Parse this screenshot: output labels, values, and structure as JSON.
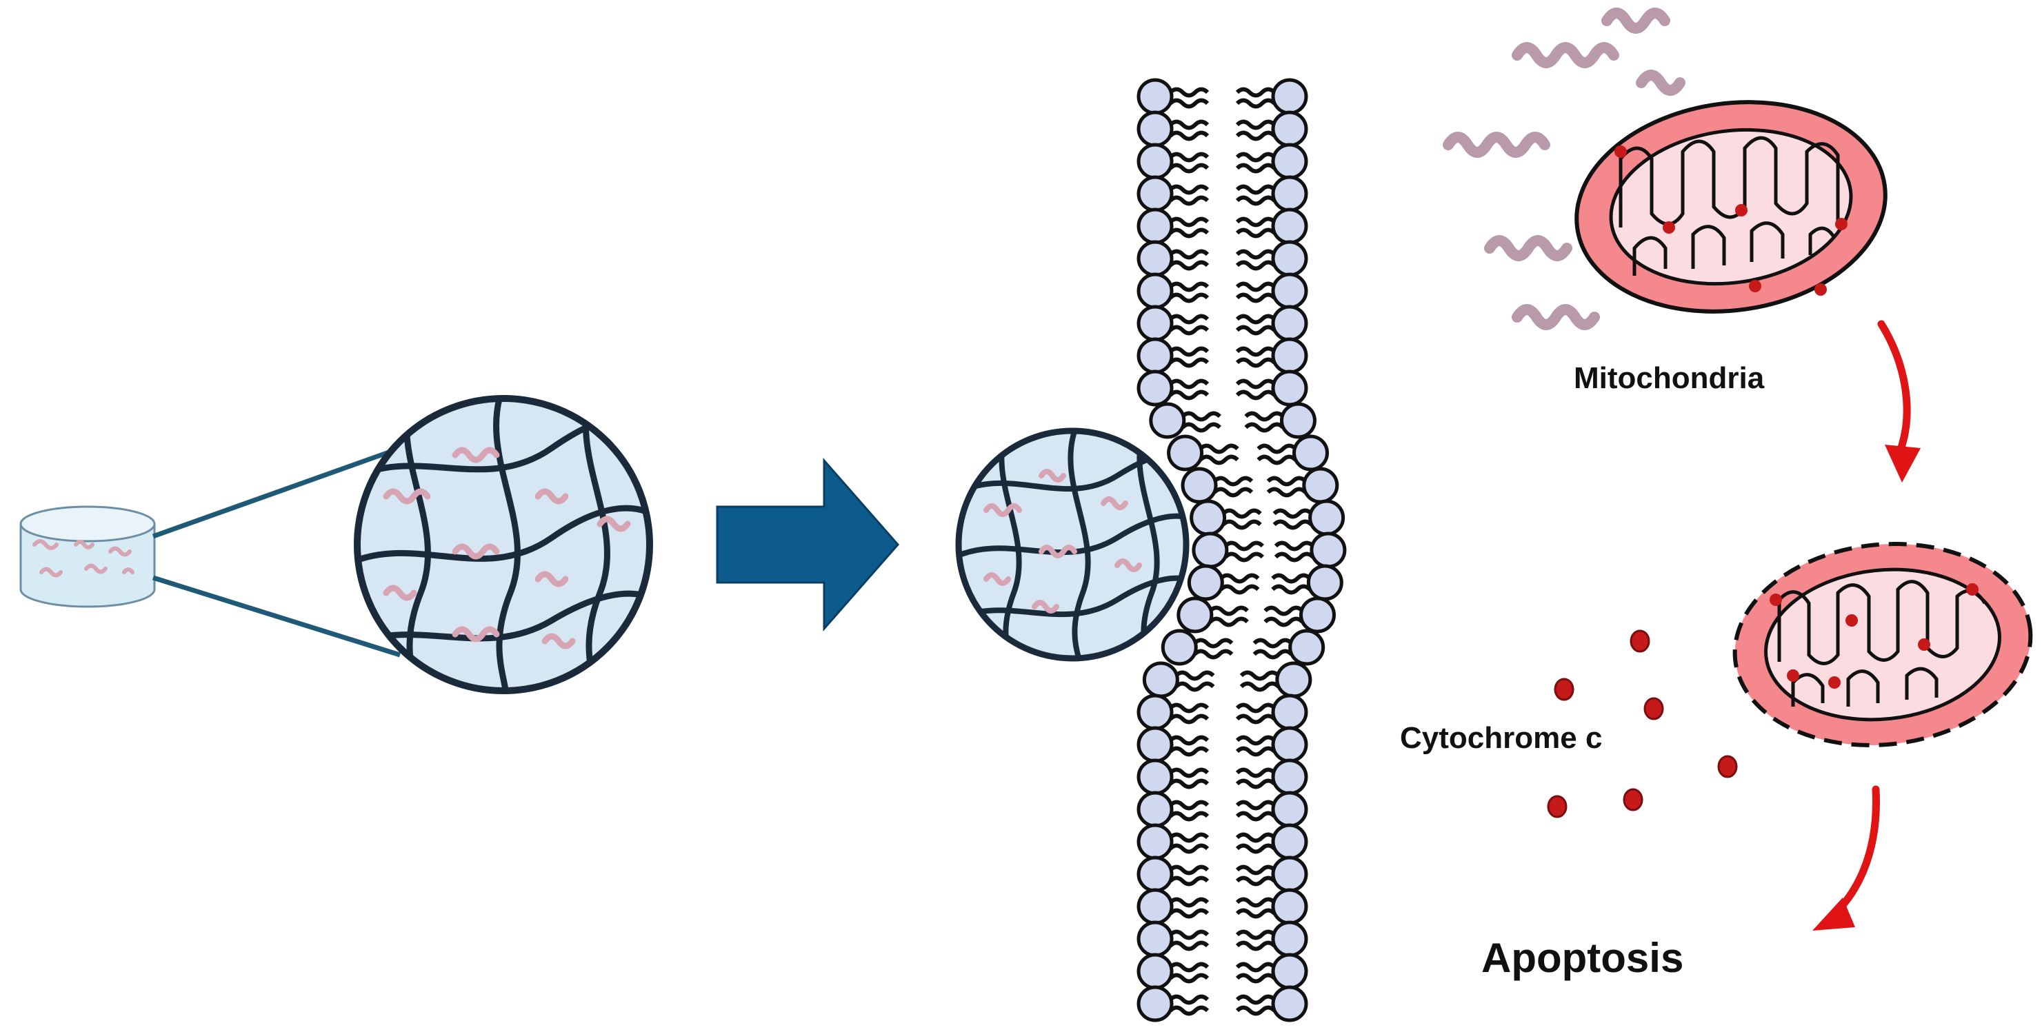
{
  "labels": {
    "mitochondria": "Mitochondria",
    "cytochrome": "Cytochrome c",
    "apoptosis": "Apoptosis"
  },
  "colors": {
    "membrane_head": "#cfd8ef",
    "hydrogel_fill": "#d6e6f2",
    "network_line": "#1b2a3a",
    "peptide": "#d7a4b4",
    "arrow_blue": "#0d5a8c",
    "arrow_red": "#e01414",
    "mito_fill": "#f4888d",
    "mito_inner": "#fbdde1",
    "cyto_dot": "#c61a1a",
    "helix_purple": "#b89aaa"
  }
}
